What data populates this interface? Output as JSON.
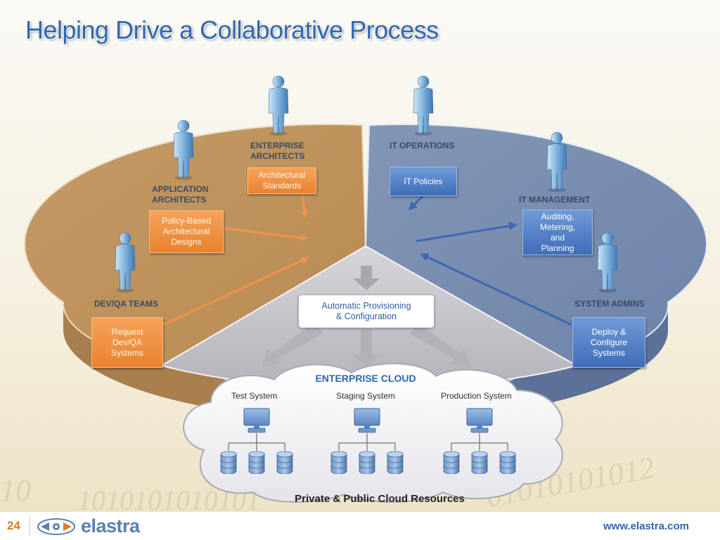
{
  "title": "Helping Drive a Collaborative Process",
  "roles": {
    "enterprise_architects": "ENTERPRISE\nARCHITECTS",
    "application_architects": "APPLICATION\nARCHITECTS",
    "dev_qa": "DEV/QA TEAMS",
    "it_operations": "IT OPERATIONS",
    "it_management": "IT MANAGEMENT",
    "system_admins": "SYSTEM ADMINS"
  },
  "boxes": {
    "architectural_standards": "Architectural\nStandards",
    "policy_based": "Policy-Based\nArchitectural\nDesigns",
    "request_systems": "Request\nDev/QA\nSystems",
    "it_policies": "IT Policies",
    "auditing": "Auditing,\nMetering,\nand\nPlanning",
    "deploy": "Deploy &\nConfigure\nSystems"
  },
  "automatic_provisioning": "Automatic Provisioning\n& Configuration",
  "enterprise_cloud": "ENTERPRISE CLOUD",
  "systems": {
    "test": "Test System",
    "staging": "Staging System",
    "production": "Production System"
  },
  "cloud_resources": "Private & Public Cloud Resources",
  "footer": {
    "page_number": "24",
    "brand": "elastra",
    "url": "www.elastra.com"
  },
  "background_binary": [
    "10",
    "1010101010101",
    "01010101012"
  ],
  "icons": [
    "person-icon",
    "monitor-icon",
    "database-icon",
    "elastra-logo-icon"
  ],
  "colors": {
    "title": "#2f66b0",
    "orange": "#e9822e",
    "blue": "#3f6db8",
    "pie_left": "#c99a63",
    "pie_right": "#7f93b4"
  }
}
